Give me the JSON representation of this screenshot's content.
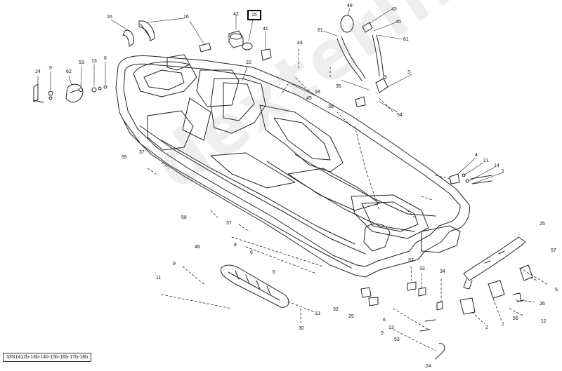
{
  "diagram_id": "33S1412b-13b-14b-15b-16b-17b-18b",
  "watermark": "dexterlife.ru",
  "highlighted_callout": "15",
  "callouts": [
    "16",
    "16",
    "42",
    "15",
    "41",
    "48",
    "43",
    "45",
    "61",
    "61",
    "24",
    "9",
    "62",
    "53",
    "13",
    "6",
    "44",
    "22",
    "18",
    "45",
    "35",
    "3",
    "54",
    "36",
    "4",
    "21",
    "14",
    "1",
    "55",
    "37",
    "58",
    "37",
    "8",
    "6",
    "6",
    "25",
    "46",
    "9",
    "11",
    "13",
    "30",
    "32",
    "33",
    "34",
    "32",
    "29",
    "6",
    "13",
    "9",
    "53",
    "57",
    "5",
    "26",
    "12",
    "56",
    "7",
    "2",
    "24"
  ]
}
